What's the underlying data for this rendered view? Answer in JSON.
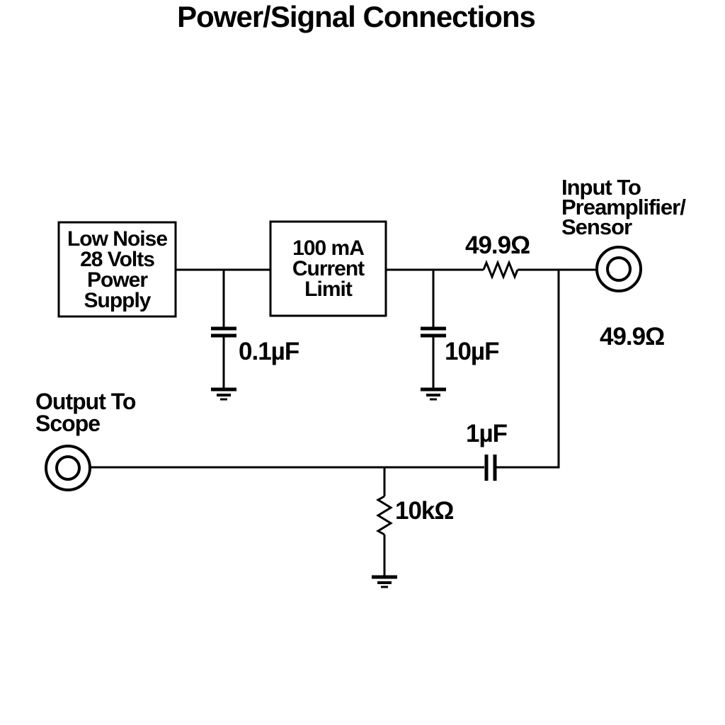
{
  "title": "Power/Signal Connections",
  "blocks": {
    "power_supply": {
      "lines": [
        "Low Noise",
        "28 Volts",
        "Power",
        "Supply"
      ]
    },
    "current_limit": {
      "lines": [
        "100 mA",
        "Current",
        "Limit"
      ]
    }
  },
  "labels": {
    "input_connector": {
      "lines": [
        "Input To",
        "Preamplifier/",
        "Sensor"
      ]
    },
    "output_connector": {
      "lines": [
        "Output To",
        "Scope"
      ]
    }
  },
  "components": {
    "series_resistor": "49.9Ω",
    "termination_resistor": "49.9Ω",
    "supply_capacitor": "0.1µF",
    "filter_capacitor": "10µF",
    "coupling_capacitor": "1µF",
    "load_resistor": "10kΩ"
  },
  "colors": {
    "line": "#000000",
    "background": "#ffffff"
  }
}
